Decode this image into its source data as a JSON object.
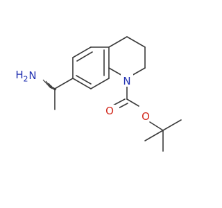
{
  "molecule": {
    "labels": {
      "amine_n": "N",
      "amine_h": "H",
      "amine_h2": "2",
      "ring_n": "N",
      "carbonyl_o": "O",
      "ester_o": "O"
    },
    "colors": {
      "bond": "#3a3a3a",
      "nitrogen": "#1f2fb0",
      "oxygen": "#d22a1e"
    }
  }
}
